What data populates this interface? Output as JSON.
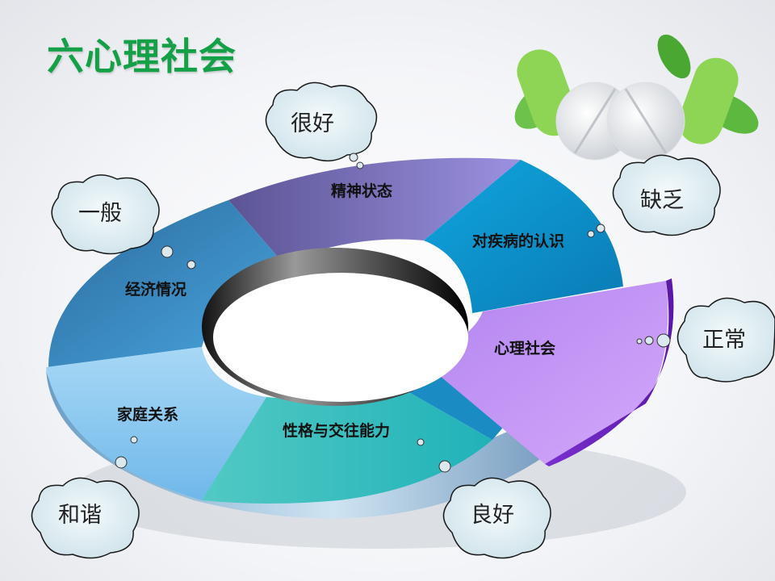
{
  "title": "六心理社会",
  "segments": [
    {
      "label": "精神状态",
      "color": "#8a7fcf"
    },
    {
      "label": "对疾病的认识",
      "color": "#1a9fd4"
    },
    {
      "label": "心理社会",
      "color": "#c08cf2"
    },
    {
      "label": "性格与交往能力",
      "color": "#2fbfbf"
    },
    {
      "label": "家庭关系",
      "color": "#8ccaf0"
    },
    {
      "label": "经济情况",
      "color": "#3c8dc8"
    }
  ],
  "clouds": [
    {
      "label": "很好"
    },
    {
      "label": "一般"
    },
    {
      "label": "缺乏"
    },
    {
      "label": "正常"
    },
    {
      "label": "和谐"
    },
    {
      "label": "良好"
    }
  ]
}
